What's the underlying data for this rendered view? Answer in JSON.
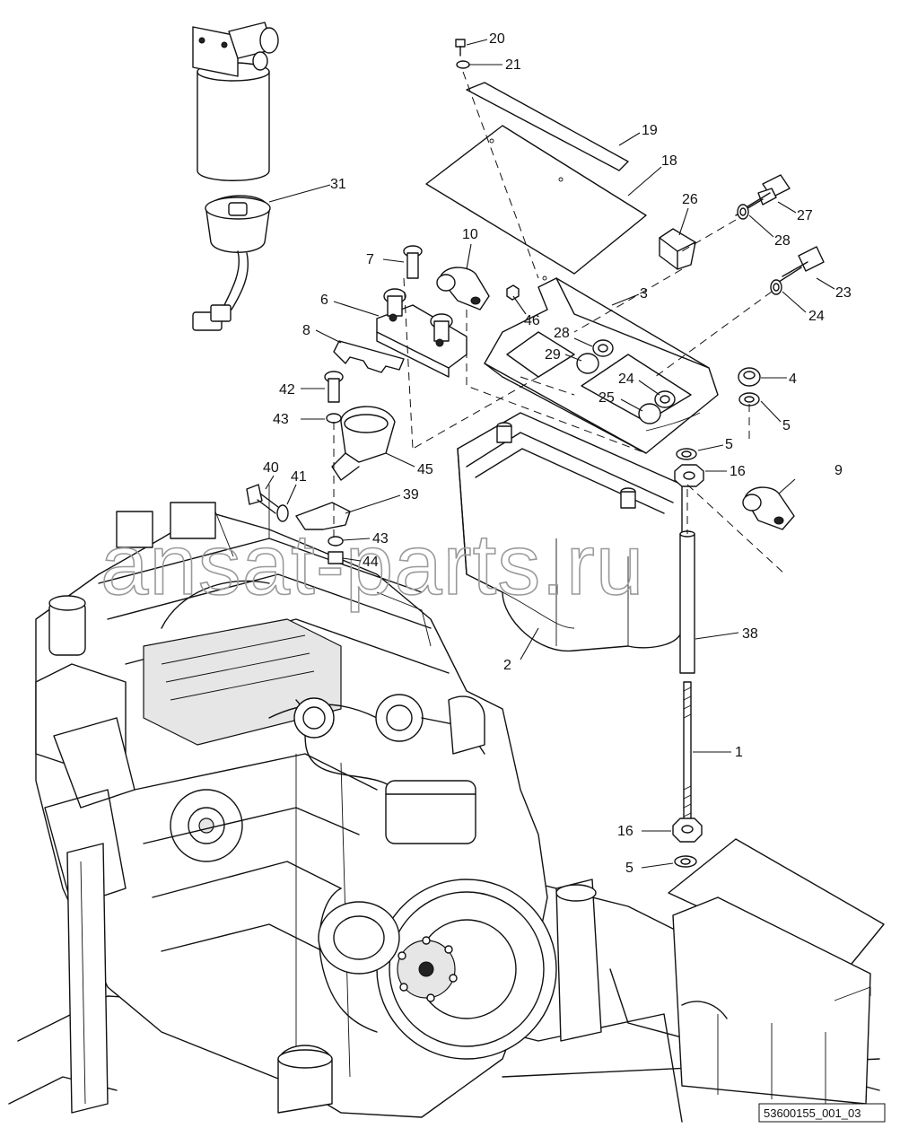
{
  "diagram": {
    "watermark": "ansat-parts.ru",
    "reference_code": "53600155_001_03",
    "callouts": [
      {
        "id": "c20",
        "label": "20"
      },
      {
        "id": "c21",
        "label": "21"
      },
      {
        "id": "c19",
        "label": "19"
      },
      {
        "id": "c18",
        "label": "18"
      },
      {
        "id": "c31",
        "label": "31"
      },
      {
        "id": "c26",
        "label": "26"
      },
      {
        "id": "c27",
        "label": "27"
      },
      {
        "id": "c28a",
        "label": "28"
      },
      {
        "id": "c10",
        "label": "10"
      },
      {
        "id": "c7",
        "label": "7"
      },
      {
        "id": "c23",
        "label": "23"
      },
      {
        "id": "c3",
        "label": "3"
      },
      {
        "id": "c6",
        "label": "6"
      },
      {
        "id": "c24a",
        "label": "24"
      },
      {
        "id": "c46",
        "label": "46"
      },
      {
        "id": "c28b",
        "label": "28"
      },
      {
        "id": "c8",
        "label": "8"
      },
      {
        "id": "c29",
        "label": "29"
      },
      {
        "id": "c4",
        "label": "4"
      },
      {
        "id": "c42",
        "label": "42"
      },
      {
        "id": "c24b",
        "label": "24"
      },
      {
        "id": "c25",
        "label": "25"
      },
      {
        "id": "c5a",
        "label": "5"
      },
      {
        "id": "c43a",
        "label": "43"
      },
      {
        "id": "c5b",
        "label": "5"
      },
      {
        "id": "c9",
        "label": "9"
      },
      {
        "id": "c40",
        "label": "40"
      },
      {
        "id": "c45",
        "label": "45"
      },
      {
        "id": "c16a",
        "label": "16"
      },
      {
        "id": "c41",
        "label": "41"
      },
      {
        "id": "c39",
        "label": "39"
      },
      {
        "id": "c43b",
        "label": "43"
      },
      {
        "id": "c44",
        "label": "44"
      },
      {
        "id": "c38",
        "label": "38"
      },
      {
        "id": "c2",
        "label": "2"
      },
      {
        "id": "c1",
        "label": "1"
      },
      {
        "id": "c16b",
        "label": "16"
      },
      {
        "id": "c5c",
        "label": "5"
      }
    ]
  }
}
